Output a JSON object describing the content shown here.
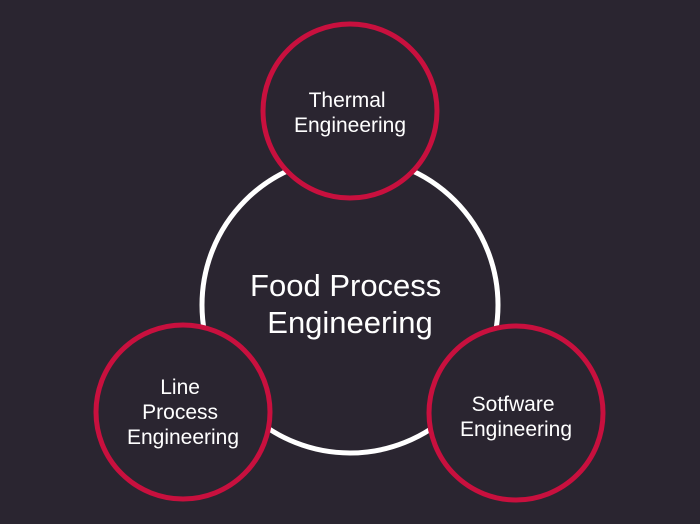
{
  "colors": {
    "background": "#2a2530",
    "center_ring": "#ffffff",
    "satellite_ring": "#c8103e",
    "satellite_fill": "#2a2530",
    "text": "#ffffff"
  },
  "center": {
    "lines": [
      "Food Process",
      "Engineering"
    ]
  },
  "satellites": {
    "thermal": {
      "lines": [
        "Thermal",
        "Engineering"
      ]
    },
    "line_process": {
      "lines": [
        "Line",
        "Process",
        "Engineering"
      ]
    },
    "software": {
      "lines": [
        "Sotfware",
        "Engineering"
      ]
    }
  }
}
